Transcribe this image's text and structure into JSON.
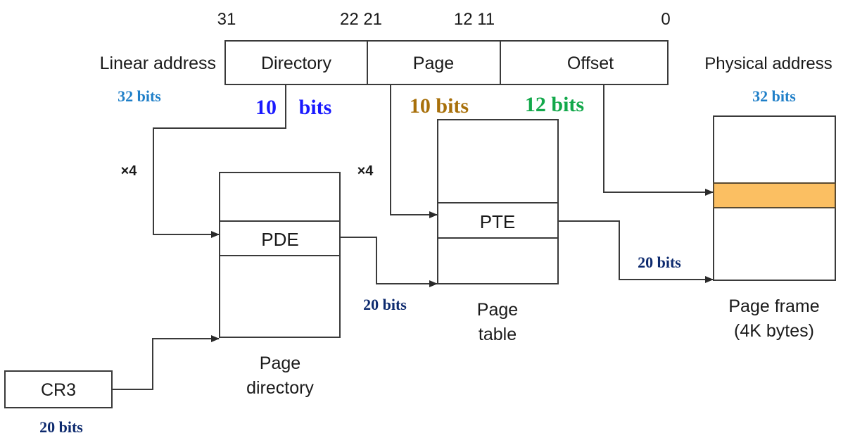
{
  "bit_positions": {
    "b31": "31",
    "b22_21": "22 21",
    "b12_11": "12 11",
    "b0": "0"
  },
  "linear_address": {
    "label": "Linear address",
    "width_label": "32 bits",
    "fields": {
      "directory": "Directory",
      "page": "Page",
      "offset": "Offset"
    }
  },
  "field_widths": {
    "directory_num": "10",
    "directory_unit": "bits",
    "page": "10 bits",
    "offset": "12 bits"
  },
  "physical_address": {
    "label": "Physical address",
    "width_label": "32 bits"
  },
  "multipliers": {
    "directory_index": "×4",
    "table_index": "×4"
  },
  "page_directory": {
    "entry": "PDE",
    "caption_line1": "Page",
    "caption_line2": "directory",
    "base_width": "20 bits"
  },
  "page_table": {
    "entry": "PTE",
    "caption_line1": "Page",
    "caption_line2": "table",
    "base_width": "20 bits"
  },
  "page_frame": {
    "caption_line1": "Page frame",
    "caption_line2": "(4K bytes)"
  },
  "cr3": {
    "label": "CR3",
    "width_label": "20 bits"
  },
  "colors": {
    "light_blue": "#1f7fc8",
    "blue": "#1a1aff",
    "brown": "#a8700a",
    "green": "#12a84a",
    "navy": "#0d2a6e",
    "highlight": "#fbbf62"
  }
}
